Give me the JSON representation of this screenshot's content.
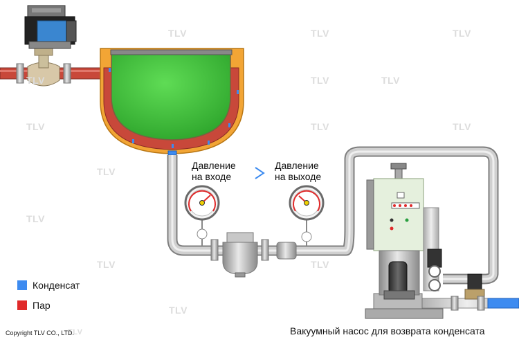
{
  "watermark": "TLV",
  "labels": {
    "inlet_line1": "Давление",
    "inlet_line2": "на входе",
    "outlet_line1": "Давление",
    "outlet_line2": "на выходе"
  },
  "legend": {
    "condensate": {
      "label": "Конденсат",
      "color": "#3d8bf0"
    },
    "steam": {
      "label": "Пар",
      "color": "#e02a2a"
    }
  },
  "colors": {
    "product": "#3cc43a",
    "vessel_jacket": "#f2a535",
    "steam_fill": "#c8483a",
    "pipe": "#c8c8c8",
    "panel": "#e5f0dd"
  },
  "copyright": "Copyright TLV CO., LTD.",
  "caption": "Вакуумный насос для возврата конденсата"
}
